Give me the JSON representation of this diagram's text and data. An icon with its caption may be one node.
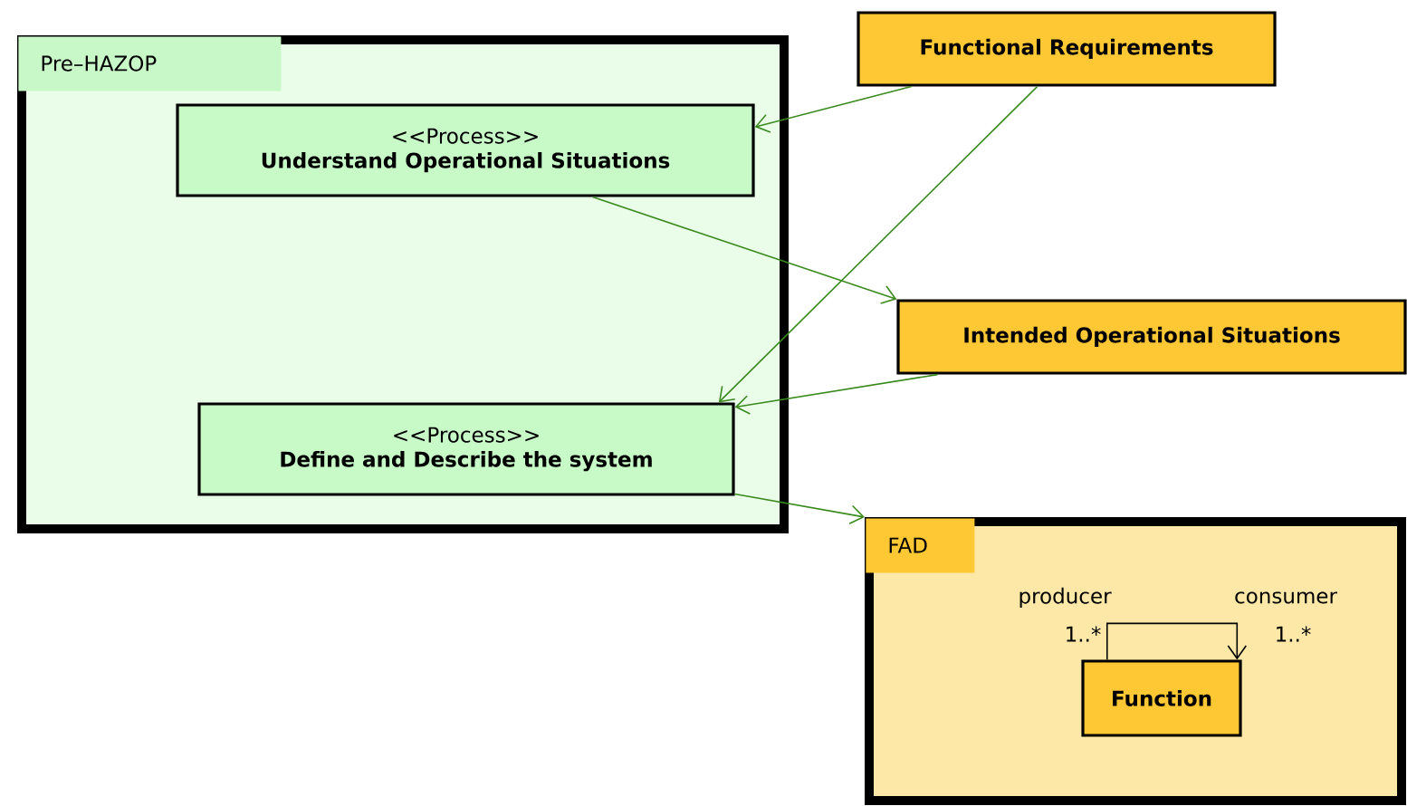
{
  "diagram": {
    "nodes": [
      {
        "text": [
          "Pre–HAZOP"
        ]
      },
      {
        "text": [
          "<<Process>>",
          "Understand Operational Situations"
        ],
        "in": 0
      },
      {
        "text": [
          "<<Process>>",
          "Define and Describe the system"
        ],
        "in": 0
      },
      {
        "text": [
          "Functional Requirements"
        ]
      },
      {
        "text": [
          "Intended Operational Situations"
        ]
      },
      {
        "text": [
          "FAD"
        ]
      },
      {
        "text": [
          "Function"
        ],
        "in": 5
      }
    ],
    "edges": [
      {
        "from": 3,
        "to": 1,
        "arrow": "to"
      },
      {
        "from": 3,
        "to": 2,
        "arrow": "to"
      },
      {
        "from": 1,
        "to": 4,
        "arrow": "to"
      },
      {
        "from": 4,
        "to": 2,
        "arrow": "to"
      },
      {
        "from": 2,
        "to": 5,
        "arrow": "to"
      },
      {
        "from": 6,
        "to": 6,
        "arrow": "to",
        "color": "#000000"
      }
    ],
    "labels": [
      "producer",
      "1..*",
      "consumer",
      "1..*"
    ]
  }
}
